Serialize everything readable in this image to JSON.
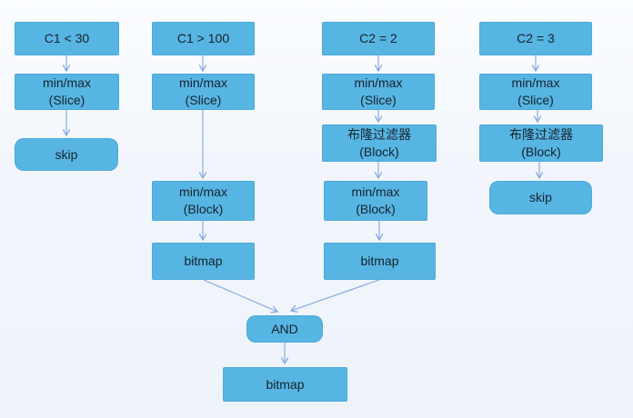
{
  "flow": {
    "columns": [
      {
        "name": "predicate-c1-lt-30",
        "nodes": [
          {
            "id": "c1_lt_30",
            "label": "C1 < 30"
          },
          {
            "id": "minmax_slice_1",
            "label": "min/max\n(Slice)"
          },
          {
            "id": "skip_1",
            "label": "skip",
            "shape": "rounded"
          }
        ]
      },
      {
        "name": "predicate-c1-gt-100",
        "nodes": [
          {
            "id": "c1_gt_100",
            "label": "C1 > 100"
          },
          {
            "id": "minmax_slice_2",
            "label": "min/max\n(Slice)"
          },
          {
            "id": "minmax_block_2",
            "label": "min/max\n(Block)"
          },
          {
            "id": "bitmap_2",
            "label": "bitmap"
          }
        ]
      },
      {
        "name": "predicate-c2-eq-2",
        "nodes": [
          {
            "id": "c2_eq_2",
            "label": "C2 = 2"
          },
          {
            "id": "minmax_slice_3",
            "label": "min/max\n(Slice)"
          },
          {
            "id": "bloom_3",
            "label": "布隆过滤器\n(Block)"
          },
          {
            "id": "minmax_block_3",
            "label": "min/max\n(Block)"
          },
          {
            "id": "bitmap_3",
            "label": "bitmap"
          }
        ]
      },
      {
        "name": "predicate-c2-eq-3",
        "nodes": [
          {
            "id": "c2_eq_3",
            "label": "C2 = 3"
          },
          {
            "id": "minmax_slice_4",
            "label": "min/max\n(Slice)"
          },
          {
            "id": "bloom_4",
            "label": "布隆过滤器\n(Block)"
          },
          {
            "id": "skip_4",
            "label": "skip",
            "shape": "rounded"
          }
        ]
      }
    ],
    "merge": {
      "and_node": {
        "id": "and",
        "label": "AND",
        "shape": "rounded"
      },
      "result_node": {
        "id": "bitmap_final",
        "label": "bitmap"
      }
    },
    "edges": [
      {
        "from": "c1_lt_30",
        "to": "minmax_slice_1"
      },
      {
        "from": "minmax_slice_1",
        "to": "skip_1"
      },
      {
        "from": "c1_gt_100",
        "to": "minmax_slice_2"
      },
      {
        "from": "minmax_slice_2",
        "to": "minmax_block_2"
      },
      {
        "from": "minmax_block_2",
        "to": "bitmap_2"
      },
      {
        "from": "c2_eq_2",
        "to": "minmax_slice_3"
      },
      {
        "from": "minmax_slice_3",
        "to": "bloom_3"
      },
      {
        "from": "bloom_3",
        "to": "minmax_block_3"
      },
      {
        "from": "minmax_block_3",
        "to": "bitmap_3"
      },
      {
        "from": "c2_eq_3",
        "to": "minmax_slice_4"
      },
      {
        "from": "minmax_slice_4",
        "to": "bloom_4"
      },
      {
        "from": "bloom_4",
        "to": "skip_4"
      },
      {
        "from": "bitmap_2",
        "to": "and"
      },
      {
        "from": "bitmap_3",
        "to": "and"
      },
      {
        "from": "and",
        "to": "bitmap_final"
      }
    ]
  },
  "colors": {
    "node_fill": "#57b5e3",
    "node_text": "#17222d",
    "arrow": "#7fa8dd",
    "background_top": "#fbfdff",
    "background_bottom": "#eef3fa"
  }
}
